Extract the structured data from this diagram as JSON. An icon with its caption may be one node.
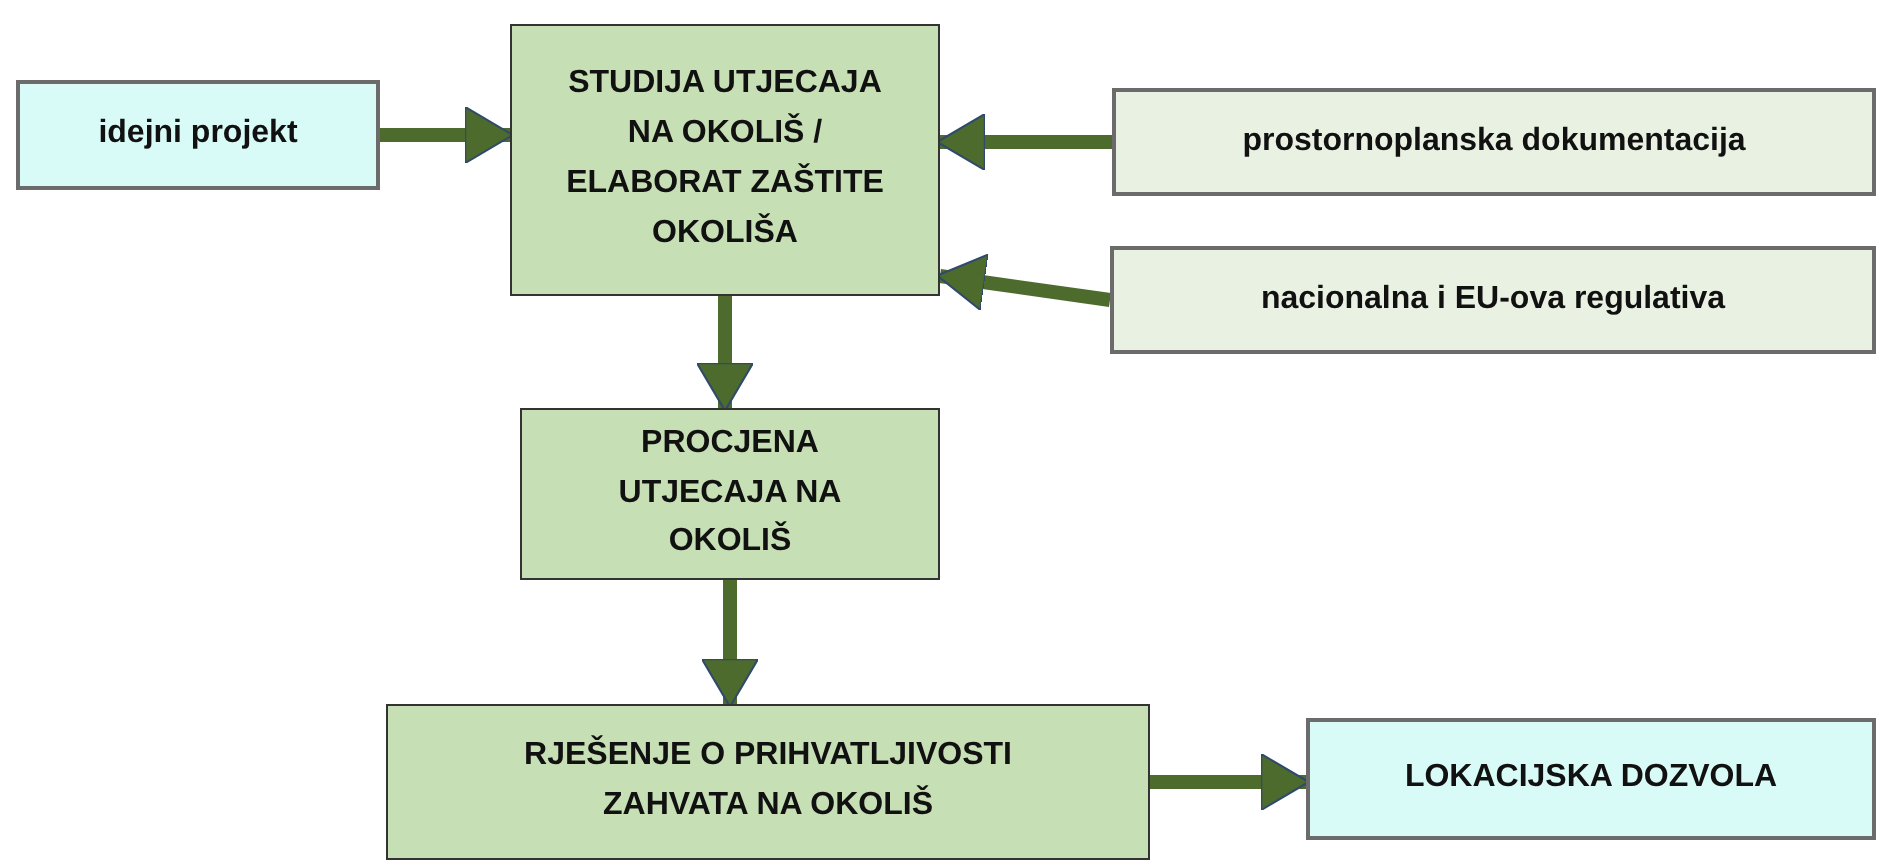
{
  "diagram": {
    "nodes": [
      {
        "text": [
          "idejni projekt"
        ]
      },
      {
        "text": [
          "STUDIJA UTJECAJA NA OKOLIŠ / ELABORAT ZAŠTITE OKOLIŠA"
        ]
      },
      {
        "text": [
          "prostornoplanska dokumentacija"
        ]
      },
      {
        "text": [
          "nacionalna i EU-ova regulativa"
        ]
      },
      {
        "text": [
          "PROCJENA UTJECAJA NA OKOLIŠ"
        ]
      },
      {
        "text": [
          "RJEŠENJE O PRIHVATLJIVOSTI ZAHVATA NA OKOLIŠ"
        ]
      },
      {
        "text": [
          "LOKACIJSKA DOZVOLA"
        ]
      }
    ],
    "edges": [
      {
        "from": 0,
        "to": 1,
        "arrow": "to"
      },
      {
        "from": 2,
        "to": 1,
        "arrow": "to"
      },
      {
        "from": 3,
        "to": 1,
        "arrow": "to"
      },
      {
        "from": 1,
        "to": 4,
        "arrow": "to"
      },
      {
        "from": 4,
        "to": 5,
        "arrow": "to"
      },
      {
        "from": 5,
        "to": 6,
        "arrow": "to"
      }
    ]
  }
}
